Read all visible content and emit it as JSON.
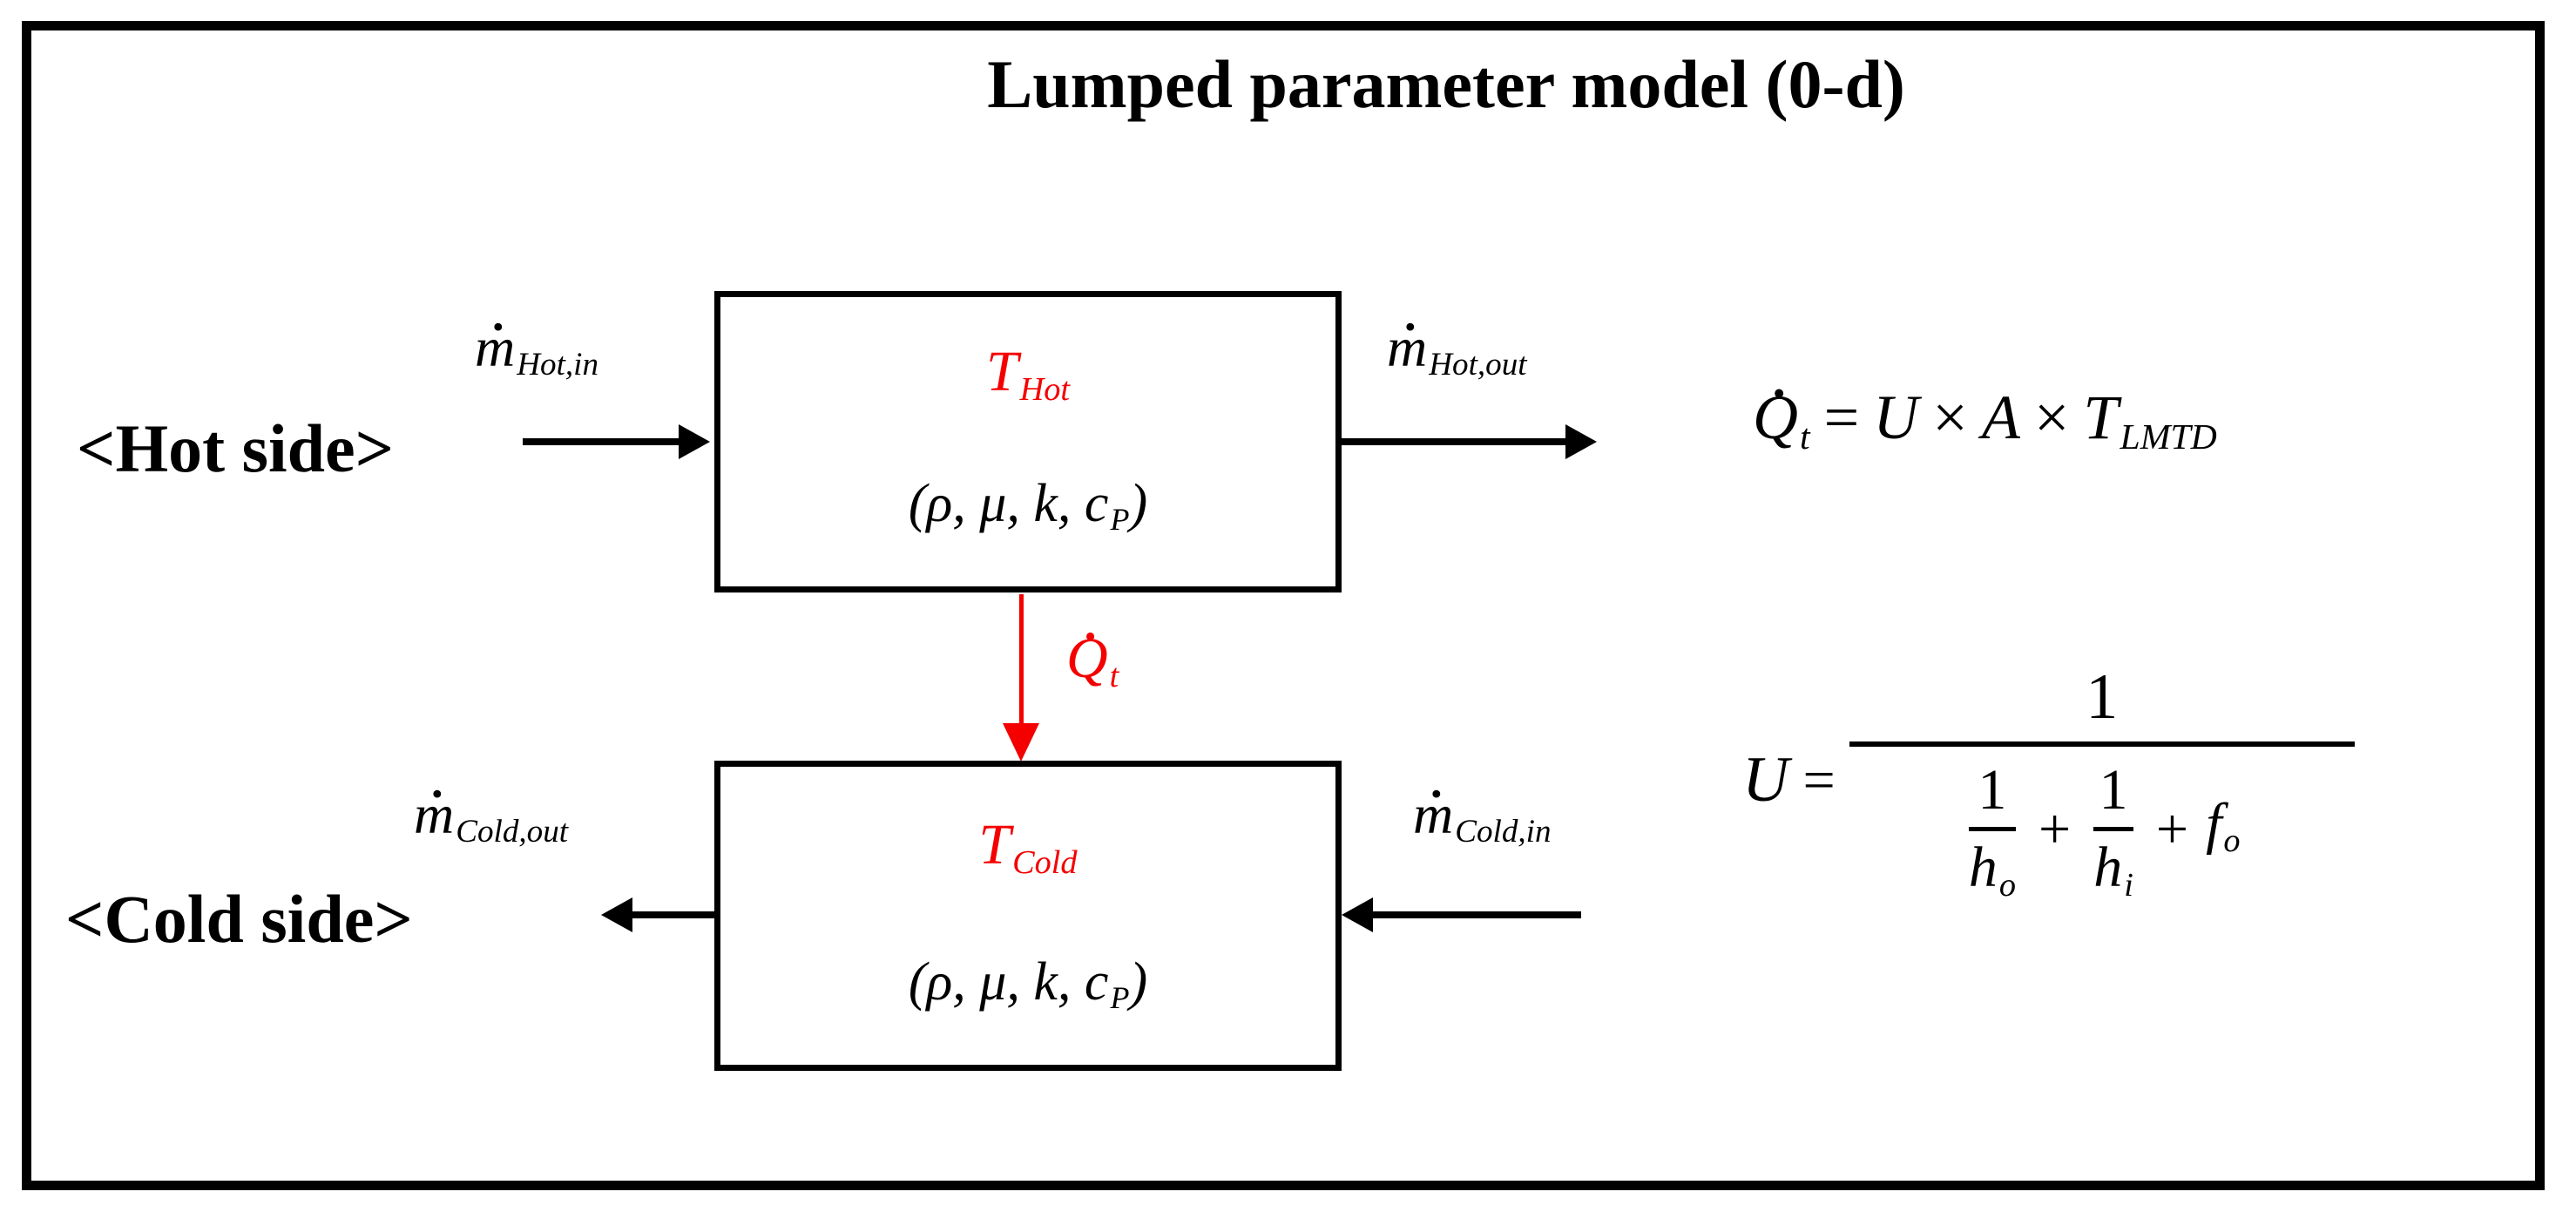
{
  "title": "Lumped parameter model (0-d)",
  "colors": {
    "highlight_red": "#f40000",
    "ink_black": "#000000",
    "background": "#ffffff"
  },
  "hot_side": {
    "side_label": "<Hot side>",
    "inlet_flow": {
      "dot": "·",
      "base": "m",
      "sub": "Hot,in"
    },
    "outlet_flow": {
      "dot": "·",
      "base": "m",
      "sub": "Hot,out"
    },
    "box": {
      "temperature": {
        "base": "T",
        "sub": "Hot"
      },
      "properties": {
        "pre": "(ρ, μ, k, c",
        "sub": "P",
        "post": ")"
      }
    }
  },
  "cold_side": {
    "side_label": "<Cold side>",
    "outlet_flow": {
      "dot": "·",
      "base": "m",
      "sub": "Cold,out"
    },
    "inlet_flow": {
      "dot": "·",
      "base": "m",
      "sub": "Cold,in"
    },
    "box": {
      "temperature": {
        "base": "T",
        "sub": "Cold"
      },
      "properties": {
        "pre": "(ρ, μ, k, c",
        "sub": "P",
        "post": ")"
      }
    }
  },
  "heat_flow": {
    "dot": "·",
    "base": "Q",
    "sub": "t"
  },
  "equations": {
    "heat_transfer": {
      "lhs": {
        "dot": "·",
        "base": "Q",
        "sub": "t"
      },
      "equals": "=",
      "u": "U",
      "times1": "×",
      "a": "A",
      "times2": "×",
      "t": {
        "base": "T",
        "sub": "LMTD"
      }
    },
    "overall_coefficient": {
      "lhs": "U",
      "equals": "=",
      "numerator": "1",
      "den_frac1": {
        "num": "1",
        "base": "h",
        "sub": "o"
      },
      "plus1": "+",
      "den_frac2": {
        "num": "1",
        "base": "h",
        "sub": "i"
      },
      "plus2": "+",
      "fouling": {
        "base": "f",
        "sub": "o"
      }
    }
  }
}
